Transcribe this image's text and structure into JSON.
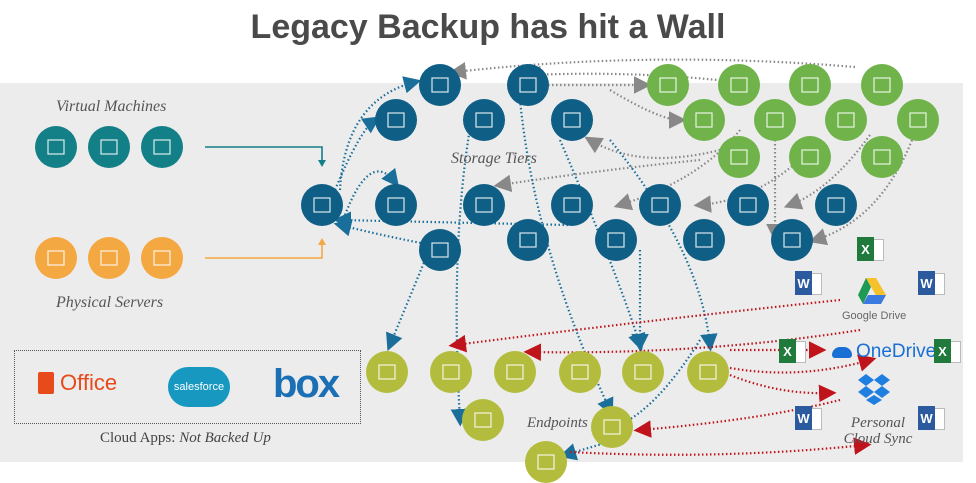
{
  "title": "Legacy Backup has hit a Wall",
  "labels": {
    "virtual_machines": "Virtual Machines",
    "physical_servers": "Physical Servers",
    "storage_tiers": "Storage Tiers",
    "endpoints": "Endpoints",
    "personal_cloud_sync": "Personal Cloud Sync"
  },
  "cloud_apps": {
    "caption_prefix": "Cloud Apps: ",
    "caption_status": "Not Backed Up",
    "apps": [
      "Office",
      "salesforce",
      "box"
    ]
  },
  "personal_services": {
    "google_drive": "Google Drive",
    "onedrive": "OneDrive"
  },
  "colors": {
    "vm": "#137f86",
    "physical": "#f4a842",
    "storage": "#0f5e85",
    "tape": "#6fb34a",
    "endpoint": "#b4bc3e",
    "blue_link": "#1a6f9a",
    "grey_link": "#888888",
    "red_link": "#c0141c"
  },
  "doc_icons": {
    "word": "W",
    "excel": "X"
  }
}
